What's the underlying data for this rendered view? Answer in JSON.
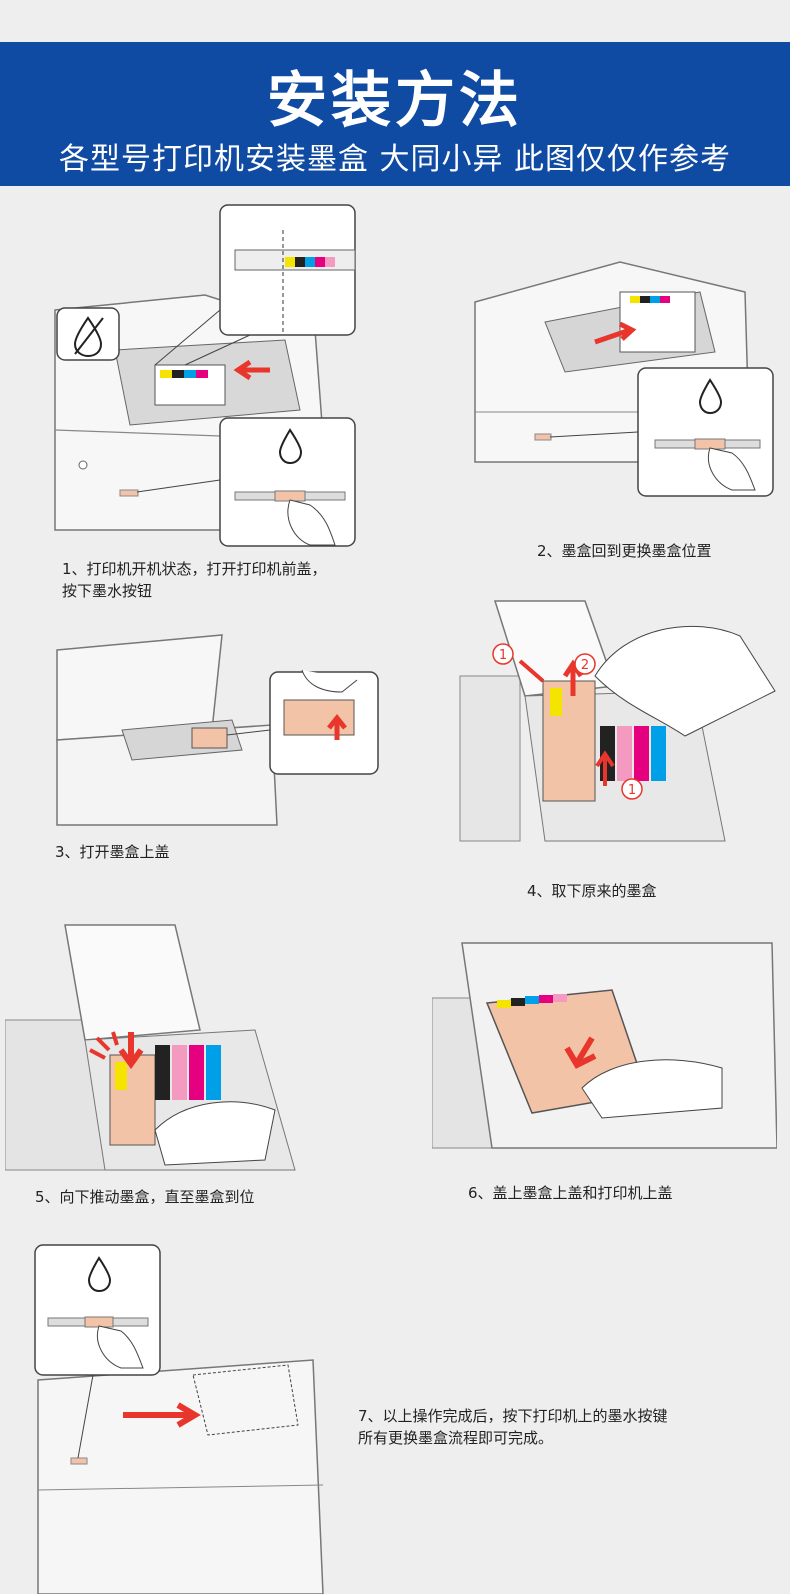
{
  "header": {
    "title": "安装方法",
    "subtitle": "各型号打印机安装墨盒 大同小异 此图仅仅作参考"
  },
  "steps": [
    {
      "caption": "1、打印机开机状态，打开打印机前盖，\n按下墨水按钮"
    },
    {
      "caption": "2、墨盒回到更换墨盒位置"
    },
    {
      "caption": "3、打开墨盒上盖"
    },
    {
      "caption": "4、取下原来的墨盒"
    },
    {
      "caption": "5、向下推动墨盒，直至墨盒到位"
    },
    {
      "caption": "6、盖上墨盒上盖和打印机上盖"
    },
    {
      "caption": "7、以上操作完成后，按下打印机上的墨水按键\n所有更换墨盒流程即可完成。"
    }
  ],
  "colors": {
    "header_bg": "#0f4aa3",
    "arrow_red": "#e8362c",
    "cartridge_peach": "#f3c3a8",
    "ink_yellow": "#f5e400",
    "ink_magenta": "#e4007f",
    "ink_cyan": "#00a0e9",
    "ink_pink": "#f49ac1"
  },
  "annotations": {
    "marker_1": "1",
    "marker_2": "2"
  }
}
